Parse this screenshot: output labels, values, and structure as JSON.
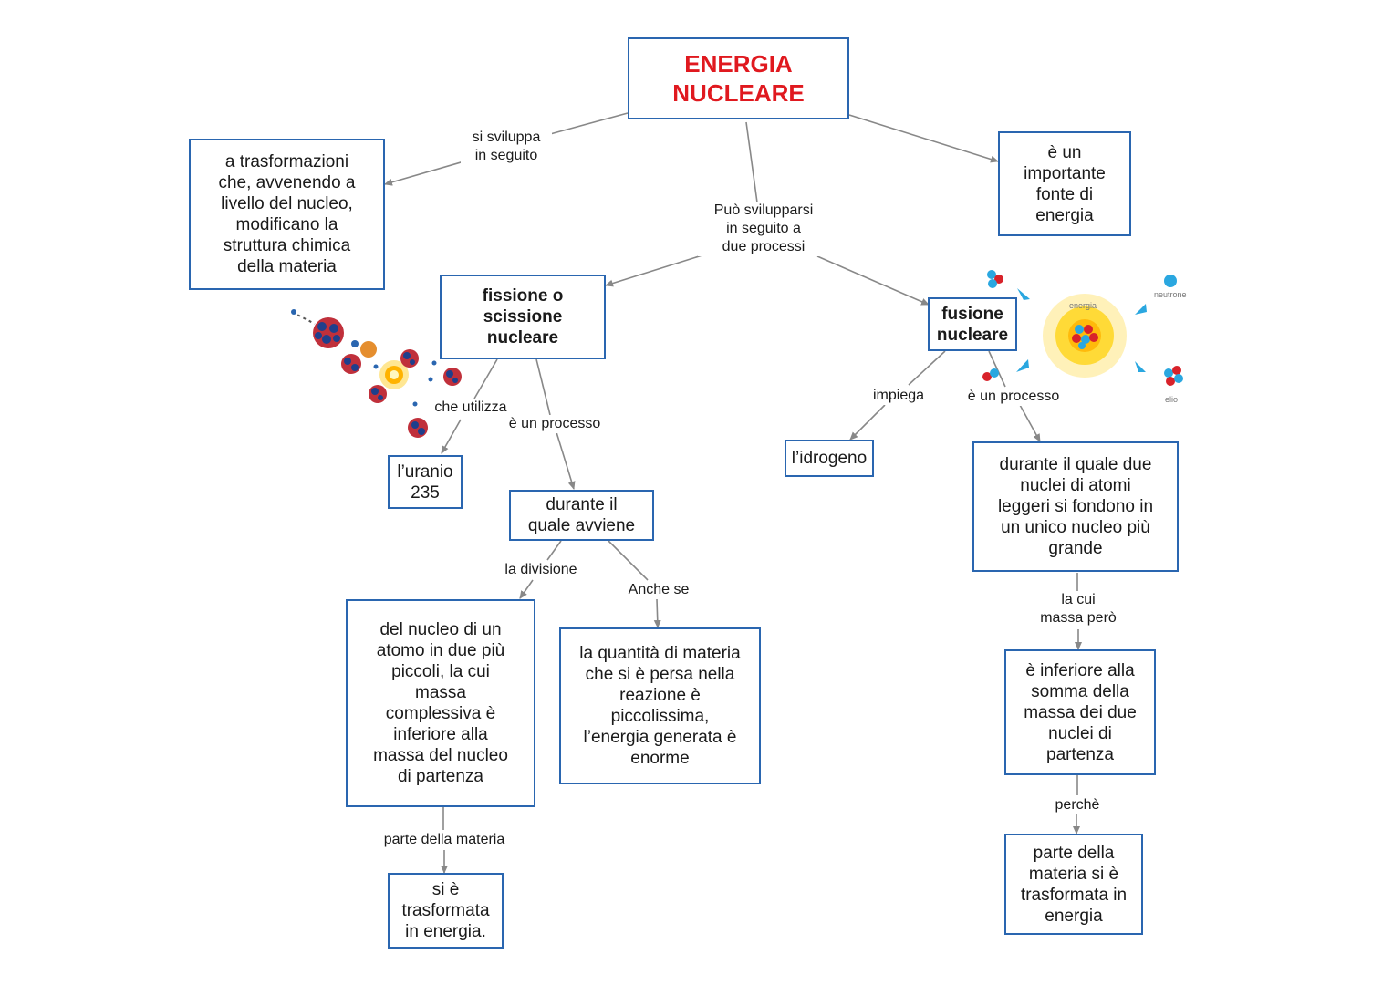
{
  "colors": {
    "box_border": "#2a66b0",
    "title": "#e0191f",
    "line": "#888888",
    "arrow": "#2aa7e0"
  },
  "nodes": {
    "root": "ENERGIA\nNUCLEARE",
    "trasformazioni": "a trasformazioni\nche, avvenendo a\nlivello del nucleo,\nmodificano la\nstruttura chimica\ndella materia",
    "fonte": "è un\nimportante\nfonte di\nenergia",
    "fissione": "fissione o\nscissione\nnucleare",
    "fusione": "fusione\nnucleare",
    "uranio": "l’uranio\n235",
    "durante_quale": "durante il\nquale avviene",
    "nucleo_atomo": "del nucleo di un\natomo in due più\npiccoli, la cui\nmassa\ncomplessiva  è\ninferiore alla\nmassa del nucleo\ndi partenza",
    "quantita": "la quantità di materia\nche si è persa nella\nreazione è\npiccolissima,\nl’energia generata è\nenorme",
    "trasformata": "si è\ntrasformata\nin energia.",
    "idrogeno": "l’idrogeno",
    "durante_fusione": "durante il quale due\nnuclei di atomi\nleggeri si fondono in\nun unico nucleo più\ngrande",
    "inferiore": "è inferiore alla\nsomma della\nmassa dei due\nnuclei di\npartenza",
    "parte_materia": "parte della\nmateria si è\ntrasformata in\nenergia"
  },
  "links": {
    "si_sviluppa": "si sviluppa\nin seguito",
    "puo_svilupparsi": "Può svilupparsi\nin seguito a\ndue processi",
    "che_utilizza": "che utilizza",
    "e_un_processo_1": "è un processo",
    "la_divisione": "la divisione",
    "anche_se": "Anche se",
    "parte_della_materia": "parte della materia",
    "impiega": "impiega",
    "e_un_processo_2": "è un processo",
    "la_cui_massa": "la cui\nmassa però",
    "perche": "perchè"
  },
  "illustration_labels": {
    "energia": "energia",
    "neutrone": "neutrone",
    "elio": "elio"
  },
  "icons": [
    "fission-illustration",
    "fusion-illustration"
  ]
}
